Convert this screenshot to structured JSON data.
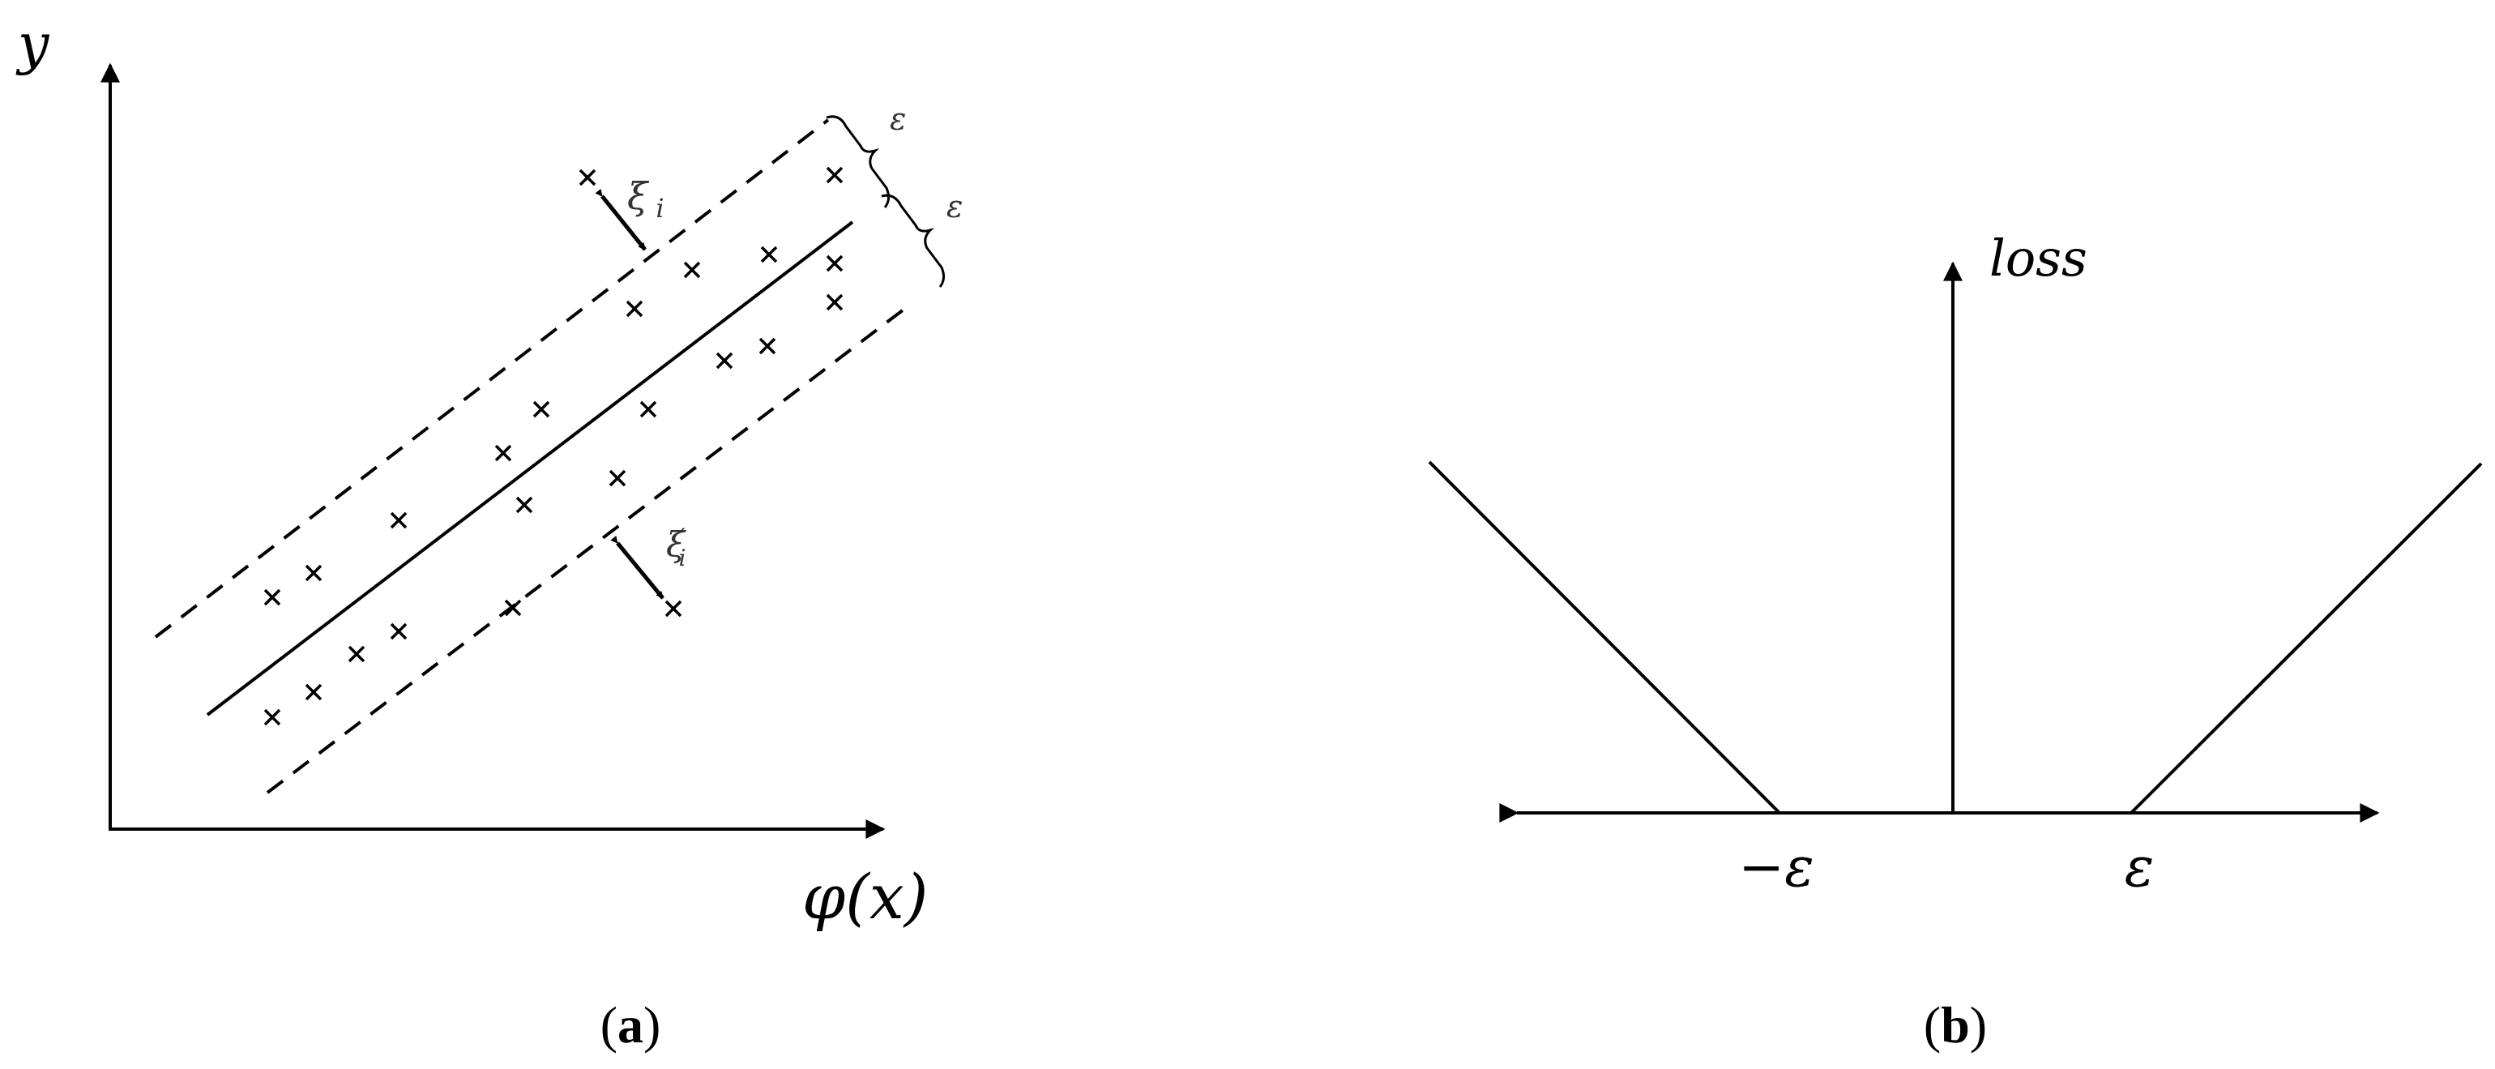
{
  "panel_a": {
    "y_label": "y",
    "x_label": "φ(x)",
    "epsilon_upper": "ε",
    "epsilon_lower": "ε",
    "slack_upper_symbol": "ξ",
    "slack_upper_sub": "i",
    "slack_lower_symbol": "ξ",
    "slack_lower_sub": "i",
    "slack_lower_prime": "′",
    "caption_open": "(",
    "caption_letter": "a",
    "caption_close": ")"
  },
  "panel_b": {
    "y_label": "loss",
    "tick_neg": "−ε",
    "tick_pos": "ε",
    "caption_open": "(",
    "caption_letter": "b",
    "caption_close": ")"
  }
}
